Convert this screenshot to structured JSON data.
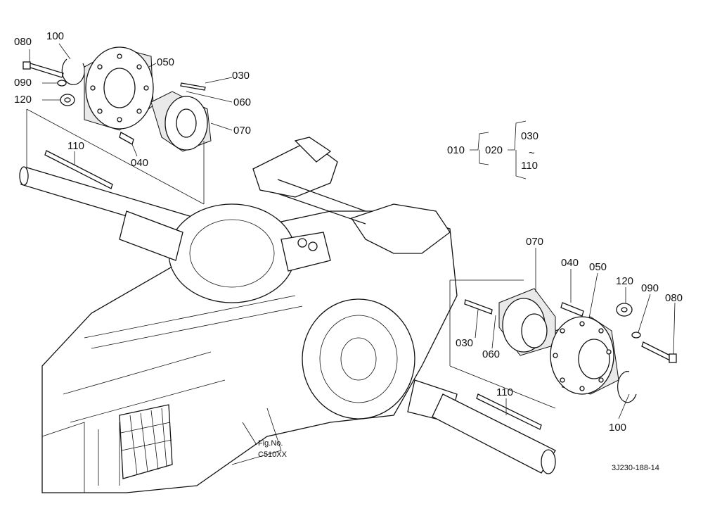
{
  "parts": {
    "p080_l": "080",
    "p100_l": "100",
    "p050_l": "050",
    "p030_l": "030",
    "p090_l": "090",
    "p060_l": "060",
    "p120_l": "120",
    "p070_l": "070",
    "p110_l": "110",
    "p040_l": "040",
    "p070_r": "070",
    "p040_r": "040",
    "p050_r": "050",
    "p120_r": "120",
    "p090_r": "090",
    "p080_r": "080",
    "p030_r": "030",
    "p060_r": "060",
    "p110_r": "110",
    "p100_r": "100"
  },
  "hierarchy": {
    "a": "010",
    "b": "020",
    "c_top": "030",
    "tilde": "~",
    "c_bot": "110"
  },
  "figure": {
    "line1": "Fig.No.",
    "line2": "C510XX"
  },
  "drawing_code": "3J230-188-14"
}
